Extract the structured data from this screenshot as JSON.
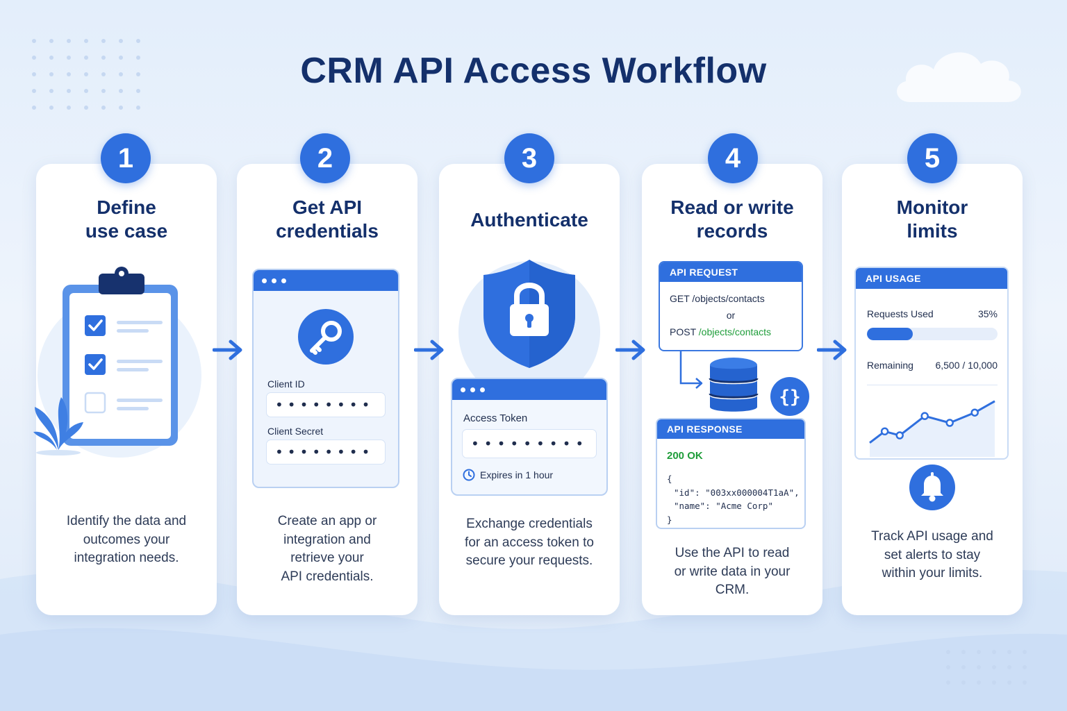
{
  "title": "CRM API Access Workflow",
  "colors": {
    "primary": "#2f6fde",
    "title": "#14306b",
    "success_green": "#1f9d3a",
    "card_bg": "#ffffff"
  },
  "steps": [
    {
      "number": "1",
      "title_line1": "Define",
      "title_line2": "use case",
      "desc_lines": [
        "Identify the data and",
        "outcomes your",
        "integration needs."
      ],
      "icon": "clipboard-checklist-icon"
    },
    {
      "number": "2",
      "title_line1": "Get API",
      "title_line2": "credentials",
      "desc_lines": [
        "Create an app or",
        "integration and",
        "retrieve your",
        "API credentials."
      ],
      "client_id_label": "Client ID",
      "client_id_value": "••••••••",
      "client_secret_label": "Client Secret",
      "client_secret_value": "••••••••",
      "icon": "key-icon"
    },
    {
      "number": "3",
      "title": "Authenticate",
      "desc_lines": [
        "Exchange credentials",
        "for an access token to",
        "secure your requests."
      ],
      "token_label": "Access Token",
      "token_value": "•••••••••",
      "expires": "Expires in 1 hour",
      "icon": "shield-lock-icon"
    },
    {
      "number": "4",
      "title_line1": "Read or write",
      "title_line2": "records",
      "desc_lines": [
        "Use the API to read",
        "or write data in your",
        "CRM."
      ],
      "request_header": "API REQUEST",
      "request_get": "GET /objects/contacts",
      "request_or": "or",
      "request_post_method": "POST",
      "request_post_path": "/objects/contacts",
      "response_header": "API RESPONSE",
      "response_status": "200 OK",
      "response_body": [
        "{",
        "\"id\": \"003xx000004T1aA\",",
        "\"name\": \"Acme Corp\"",
        "}"
      ],
      "icon": "database-icon"
    },
    {
      "number": "5",
      "title_line1": "Monitor",
      "title_line2": "limits",
      "desc_lines": [
        "Track API usage and",
        "set alerts to stay",
        "within your limits."
      ],
      "usage_header": "API USAGE",
      "requests_used_label": "Requests Used",
      "requests_used_pct_label": "35%",
      "requests_used_fraction": 0.35,
      "remaining_label": "Remaining",
      "remaining_value": "6,500 / 10,000",
      "trend": [
        0.15,
        0.35,
        0.28,
        0.62,
        0.5,
        0.68,
        0.88
      ],
      "icon": "bell-icon"
    }
  ]
}
